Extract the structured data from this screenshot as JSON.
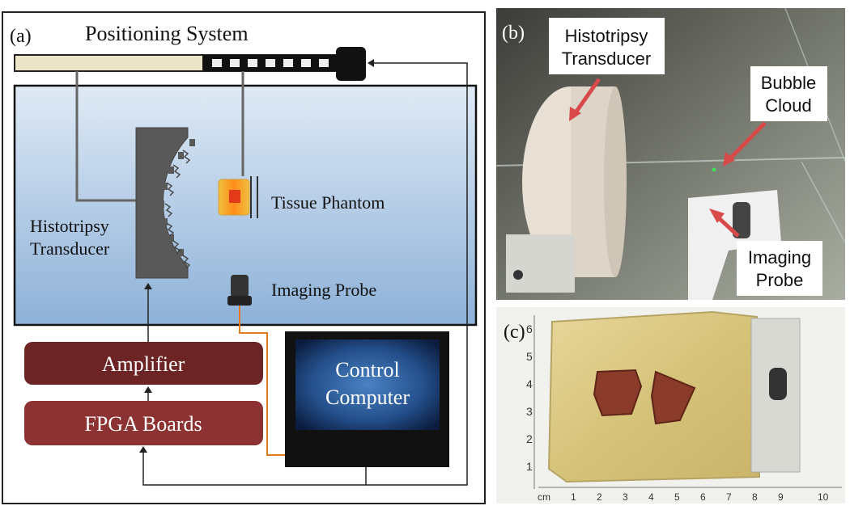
{
  "panel_a": {
    "label": "(a)",
    "title": "Positioning System",
    "transducer_label_line1": "Histotripsy",
    "transducer_label_line2": "Transducer",
    "tissue_label": "Tissue Phantom",
    "probe_label": "Imaging Probe",
    "amplifier_label": "Amplifier",
    "fpga_label": "FPGA Boards",
    "computer_label_line1": "Control",
    "computer_label_line2": "Computer"
  },
  "panel_b": {
    "label": "(b)",
    "transducer_label_line1": "Histotripsy",
    "transducer_label_line2": "Transducer",
    "bubble_label_line1": "Bubble",
    "bubble_label_line2": "Cloud",
    "probe_label_line1": "Imaging",
    "probe_label_line2": "Probe"
  },
  "panel_c": {
    "label": "(c)",
    "ruler_left_ticks": [
      "6",
      "5",
      "4",
      "3",
      "2",
      "1"
    ],
    "ruler_bottom_unit": "cm",
    "ruler_bottom_ticks": [
      "1",
      "2",
      "3",
      "4",
      "5",
      "6",
      "7",
      "8",
      "9",
      "10"
    ]
  },
  "colors": {
    "water_top": "#d8e6f3",
    "water_bottom": "#8fb3d9",
    "amplifier": "#6d2424",
    "fpga": "#8d3232",
    "screen_center": "#3f74b3",
    "screen_edge": "#0d2247",
    "orange_cable": "#e07a1a",
    "transducer_gray": "#5b5b5b"
  }
}
